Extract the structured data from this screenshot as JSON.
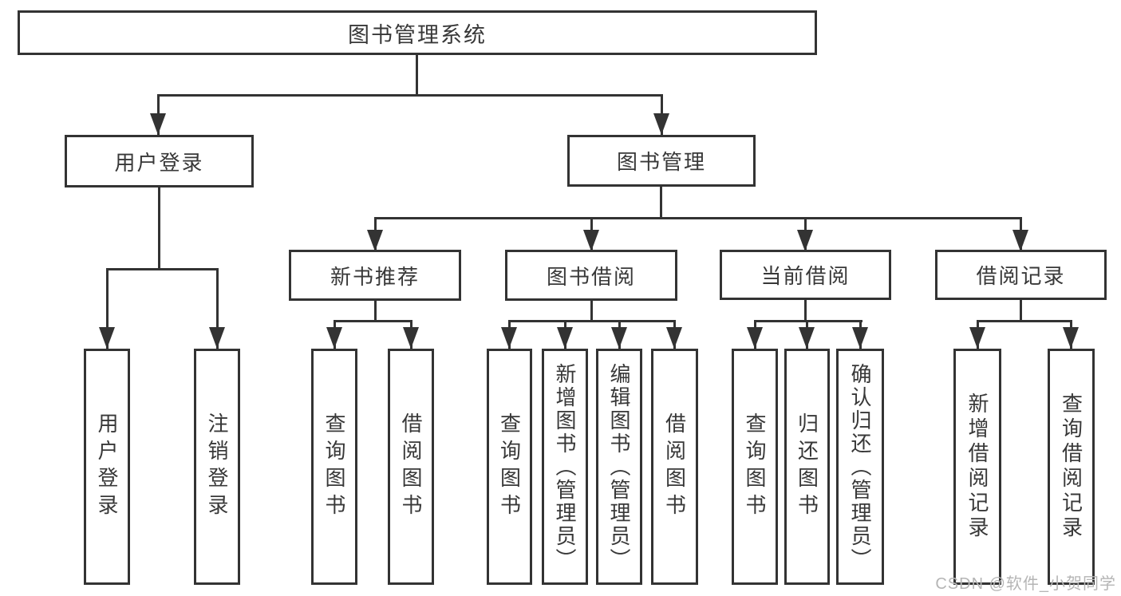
{
  "colors": {
    "line": "#333333",
    "box_border": "#333333",
    "box_fill": "#ffffff",
    "text": "#383838",
    "background": "#ffffff",
    "watermark": "#b5b5b5"
  },
  "watermark": {
    "text": "CSDN @软件_小贺同学"
  },
  "structure": {
    "root": {
      "label": "图书管理系统",
      "children": [
        {
          "label": "用户登录",
          "children": [
            {
              "label": "用户登录"
            },
            {
              "label": "注销登录"
            }
          ]
        },
        {
          "label": "图书管理",
          "children": [
            {
              "label": "新书推荐",
              "children": [
                {
                  "label": "查询图书"
                },
                {
                  "label": "借阅图书"
                }
              ]
            },
            {
              "label": "图书借阅",
              "children": [
                {
                  "label": "查询图书"
                },
                {
                  "label": "新增图书（管理员）"
                },
                {
                  "label": "编辑图书（管理员）"
                },
                {
                  "label": "借阅图书"
                }
              ]
            },
            {
              "label": "当前借阅",
              "children": [
                {
                  "label": "查询图书"
                },
                {
                  "label": "归还图书"
                },
                {
                  "label": "确认归还（管理员）"
                }
              ]
            },
            {
              "label": "借阅记录",
              "children": [
                {
                  "label": "新增借阅记录"
                },
                {
                  "label": "查询借阅记录"
                }
              ]
            }
          ]
        }
      ]
    }
  }
}
